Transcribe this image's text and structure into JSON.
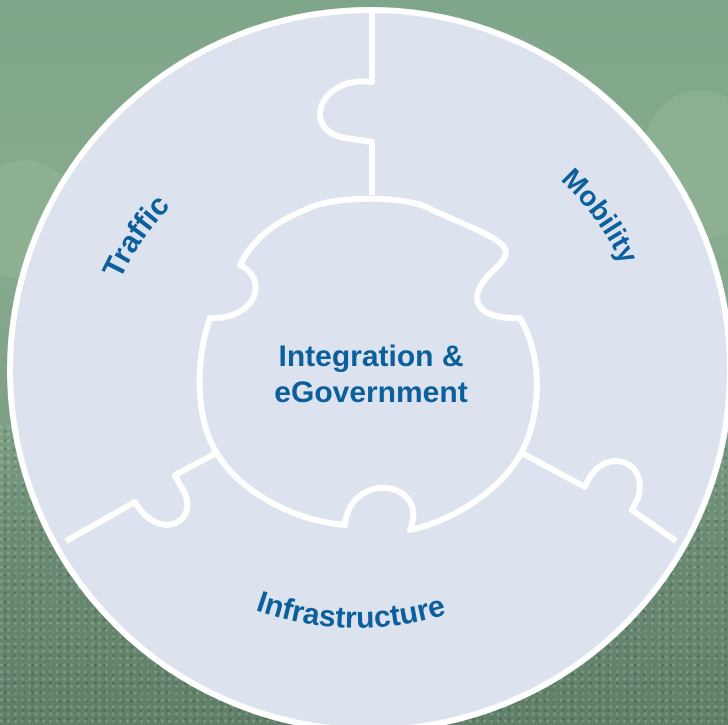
{
  "center": {
    "line1": "Integration &",
    "line2": "eGovernment"
  },
  "segments": {
    "traffic": "Traffic",
    "mobility": "Mobility",
    "infrastructure": "Infrastructure"
  },
  "colors": {
    "puzzle_fill": "#dce3ee",
    "puzzle_stroke": "#ffffff",
    "label_text": "#0b5f9c",
    "background": "#7fa68a"
  }
}
